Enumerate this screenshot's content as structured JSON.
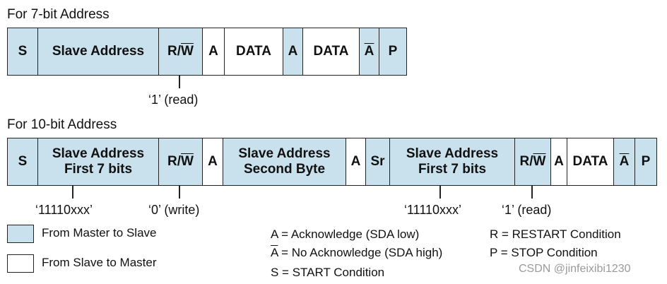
{
  "seven_bit": {
    "title": "For 7-bit Address",
    "cells": {
      "s": "S",
      "slave_address": "Slave Address",
      "rw_r": "R/",
      "rw_w": "W",
      "a1": "A",
      "data1": "DATA",
      "a2": "A",
      "data2": "DATA",
      "nack": "A",
      "p": "P"
    },
    "annotation_rw": "‘1’ (read)"
  },
  "ten_bit": {
    "title": "For 10-bit Address",
    "cells": {
      "s": "S",
      "slave_first_line1": "Slave Address",
      "slave_first_line2": "First 7 bits",
      "rw1_r": "R/",
      "rw1_w": "W",
      "a1": "A",
      "slave_second_line1": "Slave Address",
      "slave_second_line2": "Second Byte",
      "a2": "A",
      "sr": "Sr",
      "slave_first2_line1": "Slave Address",
      "slave_first2_line2": "First 7 bits",
      "rw2_r": "R/",
      "rw2_w": "W",
      "a3": "A",
      "data": "DATA",
      "nack": "A",
      "p": "P"
    },
    "annotation_first": "‘11110xxx’",
    "annotation_rw1": "‘0’ (write)",
    "annotation_first2": "‘11110xxx’",
    "annotation_rw2": "‘1’ (read)"
  },
  "legend": {
    "master_to_slave": "From Master to Slave",
    "slave_to_master": "From Slave to Master",
    "ack": "A = Acknowledge (SDA low)",
    "nack_symbol": "A",
    "nack_text": " = No Acknowledge (SDA high)",
    "start": "S = START Condition",
    "restart": "R = RESTART Condition",
    "stop": "P = STOP Condition"
  },
  "colors": {
    "master_fill": "#c8e1ec",
    "slave_fill": "#ffffff"
  },
  "watermark": "CSDN @jinfeixibi1230"
}
